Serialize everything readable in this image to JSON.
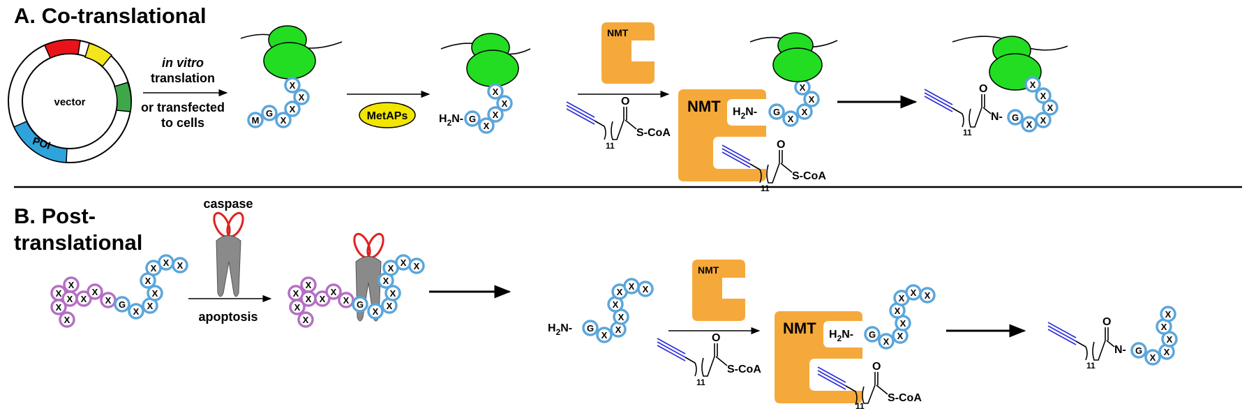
{
  "section_a": {
    "title": "A. Co-translational",
    "vector_label": "vector",
    "poi_label": "POI",
    "step1_line1": "in vitro",
    "step1_line2": "translation",
    "step1_line3": "or transfected",
    "step1_line4": "to cells",
    "metaps_label": "MetAPs",
    "nmt_label": "NMT",
    "amine": "H",
    "amine_sub": "2",
    "amine_tail": "N-",
    "acyl_carbonyl": "O",
    "acyl_count": "11",
    "acyl_coa": "S-CoA",
    "amide_n": "N-",
    "residue_m": "M",
    "residue_g": "G",
    "residue_x": "X"
  },
  "section_b": {
    "title_line1": "B. Post-",
    "title_line2": "translational",
    "caspase_label": "caspase",
    "apoptosis_label": "apoptosis",
    "nmt_label": "NMT"
  },
  "colors": {
    "ribosome": "#22dd22",
    "nmt": "#f5a93b",
    "residue_blue": "#5aa6dc",
    "residue_purple": "#b56fc4",
    "alkyne": "#2a2adc",
    "metaps": "#f2e600",
    "caspase_body": "#8a8a8a",
    "caspase_loop": "#e02020",
    "vector_red": "#e8141a",
    "vector_yellow": "#f5e51c",
    "vector_green": "#3da84a",
    "vector_blue": "#2fa3dc"
  }
}
